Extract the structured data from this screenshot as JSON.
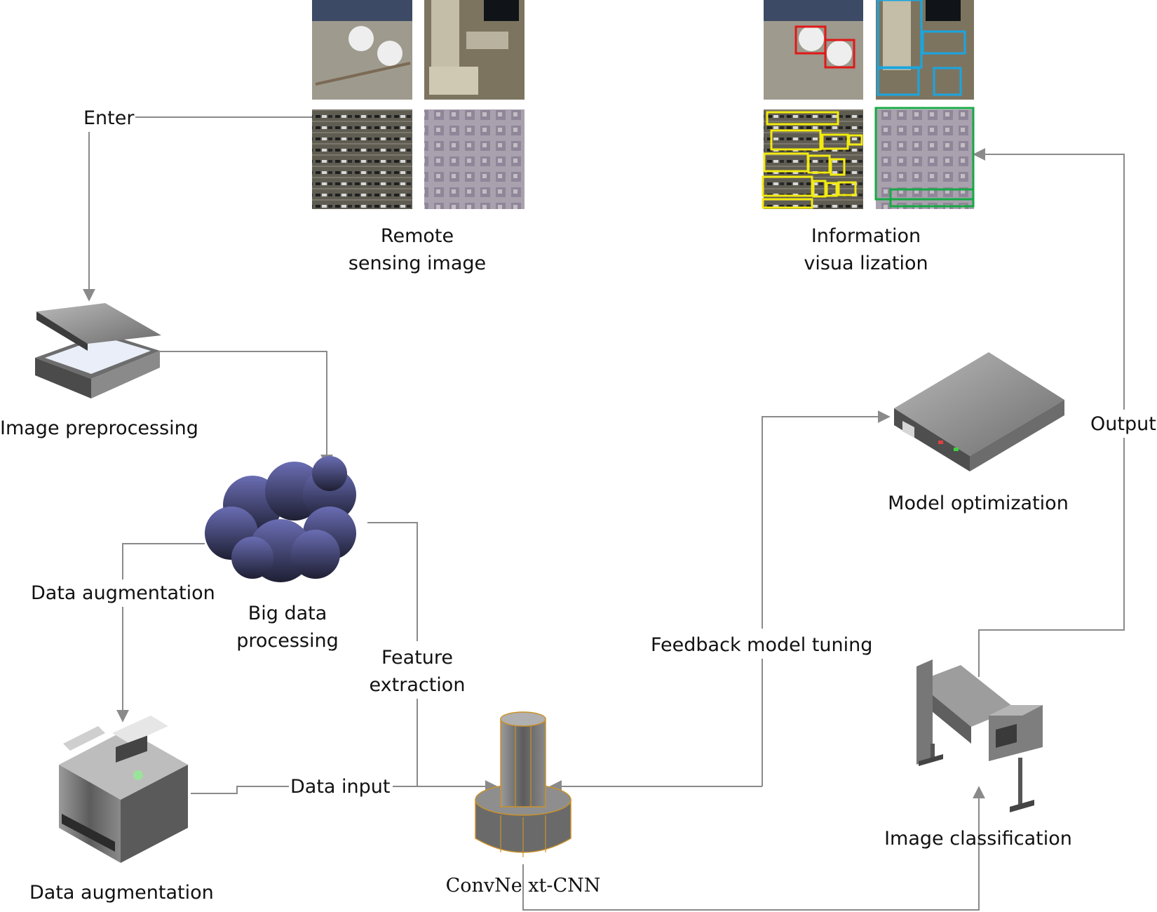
{
  "labels": {
    "enter": "Enter",
    "remote_line1": "Remote",
    "remote_line2": "sensing image",
    "info_line1": "Information",
    "info_line2": "visua lization",
    "image_preprocessing": "Image preprocessing",
    "big_data_line1": "Big data",
    "big_data_line2": "processing",
    "data_augmentation_branch": "Data augmentation",
    "data_augmentation_device": "Data augmentation",
    "feature_line1": "Feature",
    "feature_line2": "extraction",
    "data_input": "Data input",
    "convnext": "ConvNe xt-CNN",
    "feedback": "Feedback model tuning",
    "model_optimization": "Model optimization",
    "output": "Output",
    "image_classification": "Image classification"
  },
  "colors": {
    "connector": "#8a8a8a",
    "box_red": "#e01818",
    "box_blue": "#1aa6e0",
    "box_yellow": "#f2ea10",
    "box_green": "#17a845",
    "cloud": "#4d4f88",
    "device_gray": "#6f6f6f"
  },
  "icons": {
    "scanner": "scanner-icon",
    "cloud": "cloud-icon",
    "printer": "fax-printer-icon",
    "column": "convnext-column-icon",
    "server": "server-box-icon",
    "plotter": "plotter-icon"
  }
}
